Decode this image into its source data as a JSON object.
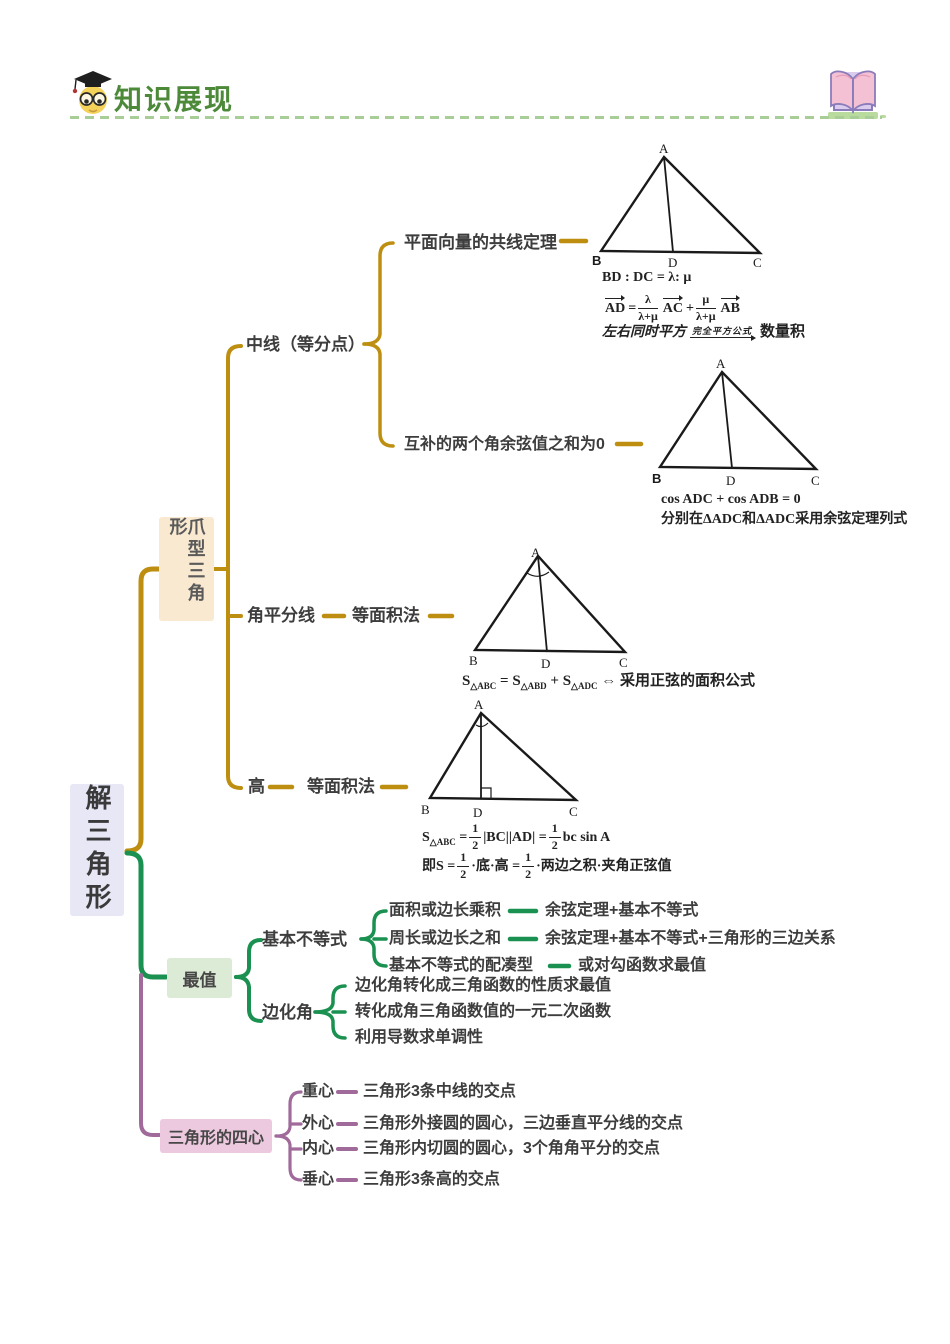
{
  "header": {
    "title": "知识展现"
  },
  "colors": {
    "branch_gold": "#BE8E10",
    "branch_green": "#1A9150",
    "branch_purple": "#A06A9B",
    "title_green": "#4C8A3A",
    "root_bg": "#E7E7F6",
    "claw_bg": "#FAE9D1",
    "max_bg": "#DCEBD6",
    "centers_bg": "#ECC9DF"
  },
  "root": {
    "label": "解三角形"
  },
  "claw": {
    "label": "爪型三角形",
    "median": {
      "label": "中线（等分点）",
      "vector_theorem": "平面向量的共线定理",
      "cosine_sum": "互补的两个角余弦值之和为0"
    },
    "bisector": {
      "label": "角平分线",
      "method": "等面积法"
    },
    "height": {
      "label": "高",
      "method": "等面积法"
    }
  },
  "max": {
    "label": "最值",
    "basic_inequality": {
      "label": "基本不等式",
      "rows": [
        {
          "left": "面积或边长乘积",
          "right": "余弦定理+基本不等式"
        },
        {
          "left": "周长或边长之和",
          "right": "余弦定理+基本不等式+三角形的三边关系"
        },
        {
          "left": "基本不等式的配凑型",
          "right": "或对勾函数求最值"
        }
      ]
    },
    "side_to_angle": {
      "label": "边化角",
      "rows": [
        "边化角转化成三角函数的性质求最值",
        "转化成角三角函数值的一元二次函数",
        "利用导数求单调性"
      ]
    }
  },
  "centers": {
    "label": "三角形的四心",
    "rows": [
      {
        "left": "重心",
        "right": "三角形3条中线的交点"
      },
      {
        "left": "外心",
        "right": "三角形外接圆的圆心，三边垂直平分线的交点"
      },
      {
        "left": "内心",
        "right": "三角形内切圆的圆心，3个角角平分的交点"
      },
      {
        "left": "垂心",
        "right": "三角形3条高的交点"
      }
    ]
  },
  "fig1": {
    "A": "A",
    "B": "B",
    "C": "C",
    "D": "D",
    "ratio": "BD : DC = λ:  μ",
    "vec": {
      "lhs": "AD",
      "eq": "=",
      "num1": "λ",
      "den1": "λ+μ",
      "v1": "AC",
      "plus": "+",
      "num2": "μ",
      "den2": "λ+μ",
      "v2": "AB"
    },
    "square": {
      "left": "左右同时平方",
      "over": "完全平方公式",
      "right": "数量积"
    }
  },
  "fig2": {
    "A": "A",
    "B": "B",
    "C": "C",
    "D": "D",
    "line1": "cos ADC + cos ADB = 0",
    "line2": "分别在ΔADC和ΔADC采用余弦定理列式"
  },
  "fig3": {
    "A": "A",
    "B": "B",
    "C": "C",
    "D": "D",
    "s1": "S",
    "sub1": "△ABC",
    "eq": "=",
    "s2": "S",
    "sub2": "△ABD",
    "plus": "+",
    "s3": "S",
    "sub3": "△ADC",
    "tail": "⇔ 采用正弦的面积公式"
  },
  "fig4": {
    "A": "A",
    "B": "B",
    "C": "C",
    "D": "D",
    "l1": {
      "s": "S",
      "sub": "△ABC",
      "eq1": "=",
      "num1": "1",
      "den1": "2",
      "mid": "|BC||AD|",
      "eq2": "=",
      "num2": "1",
      "den2": "2",
      "tail": "bc sin A"
    },
    "l2": {
      "lead": "即S",
      "eq1": "=",
      "num1": "1",
      "den1": "2",
      "mid": "·底·高",
      "eq2": "=",
      "num2": "1",
      "den2": "2",
      "tail": "·两边之积·夹角正弦值"
    }
  }
}
